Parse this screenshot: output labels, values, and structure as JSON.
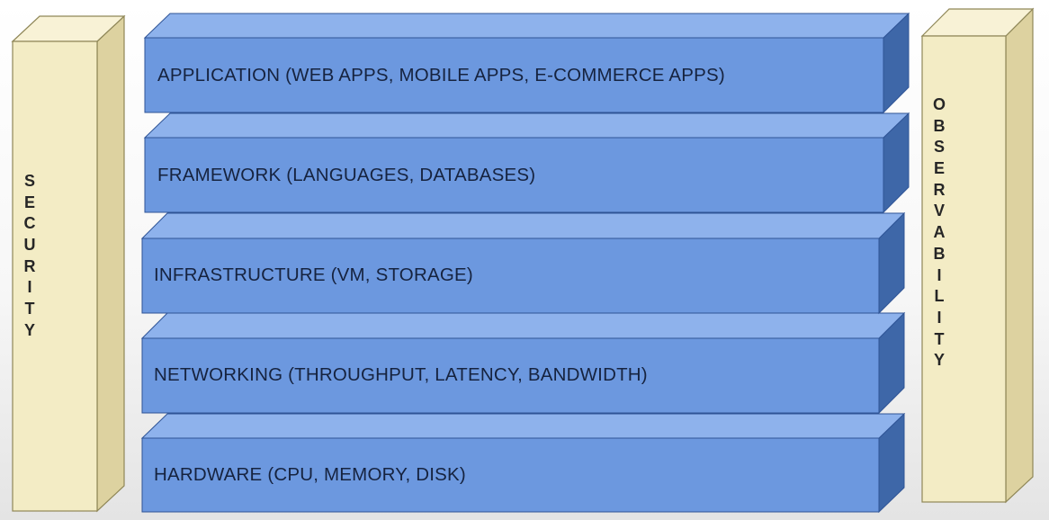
{
  "layers": [
    {
      "label": "APPLICATION (WEB APPS, MOBILE APPS, E-COMMERCE APPS)"
    },
    {
      "label": "FRAMEWORK (LANGUAGES, DATABASES)"
    },
    {
      "label": "INFRASTRUCTURE (VM, STORAGE)"
    },
    {
      "label": "NETWORKING (THROUGHPUT, LATENCY, BANDWIDTH)"
    },
    {
      "label": "HARDWARE (CPU, MEMORY, DISK)"
    }
  ],
  "security": {
    "label": "SECURITY"
  },
  "observability": {
    "label": "OBSERVABILITY"
  },
  "colors": {
    "layer_front": "#6c98df",
    "layer_top": "#8eb2ec",
    "layer_side": "#3e67a8",
    "layer_border": "#2f5496",
    "pillar_front": "#f3ecc5",
    "pillar_top": "#f8f2d6",
    "pillar_side": "#ddd2a0",
    "pillar_border": "#8f8758"
  }
}
